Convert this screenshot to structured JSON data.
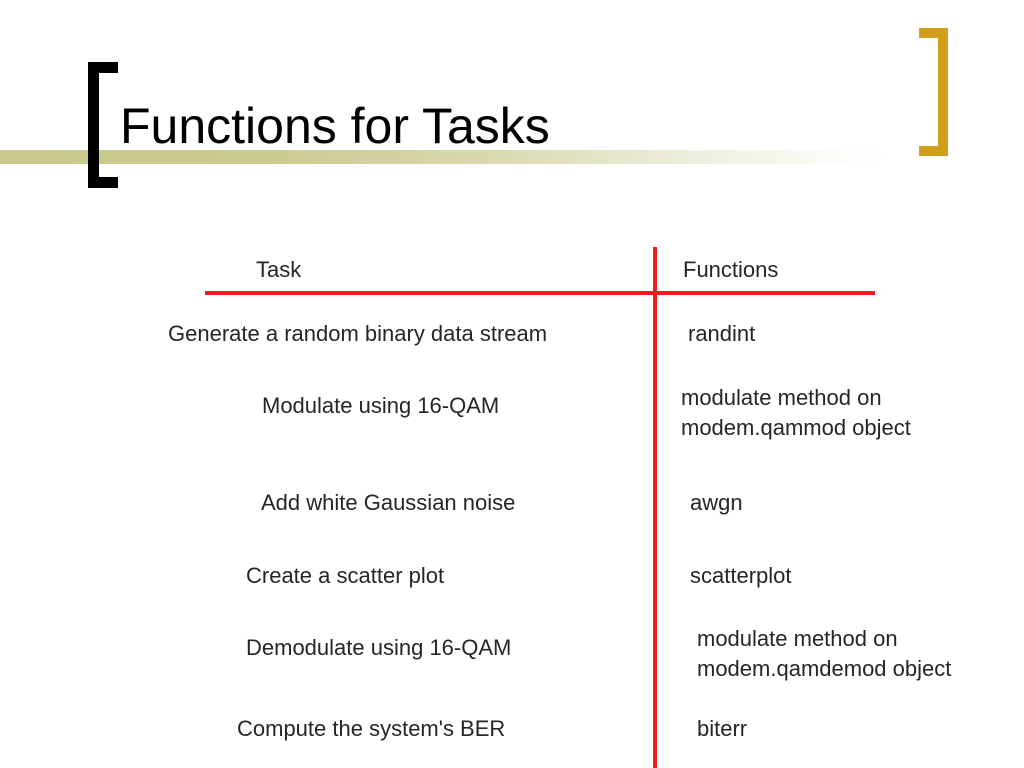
{
  "slide": {
    "title": "Functions for Tasks",
    "accent_color_bar": "#c9c98c",
    "bracket_left_color": "#000000",
    "bracket_right_color": "#d1a01a",
    "rule_color": "#ee1c1c"
  },
  "table": {
    "headers": {
      "task": "Task",
      "functions": "Functions"
    },
    "rows": [
      {
        "task": "Generate a random binary data stream",
        "function": "randint"
      },
      {
        "task": "Modulate using 16-QAM",
        "function": "modulate method on\nmodem.qammod object"
      },
      {
        "task": "Add white Gaussian noise",
        "function": "awgn"
      },
      {
        "task": "Create a scatter plot",
        "function": "scatterplot"
      },
      {
        "task": "Demodulate using 16-QAM",
        "function": "modulate method on\nmodem.qamdemod object"
      },
      {
        "task": "Compute the system's BER",
        "function": "biterr"
      }
    ]
  }
}
